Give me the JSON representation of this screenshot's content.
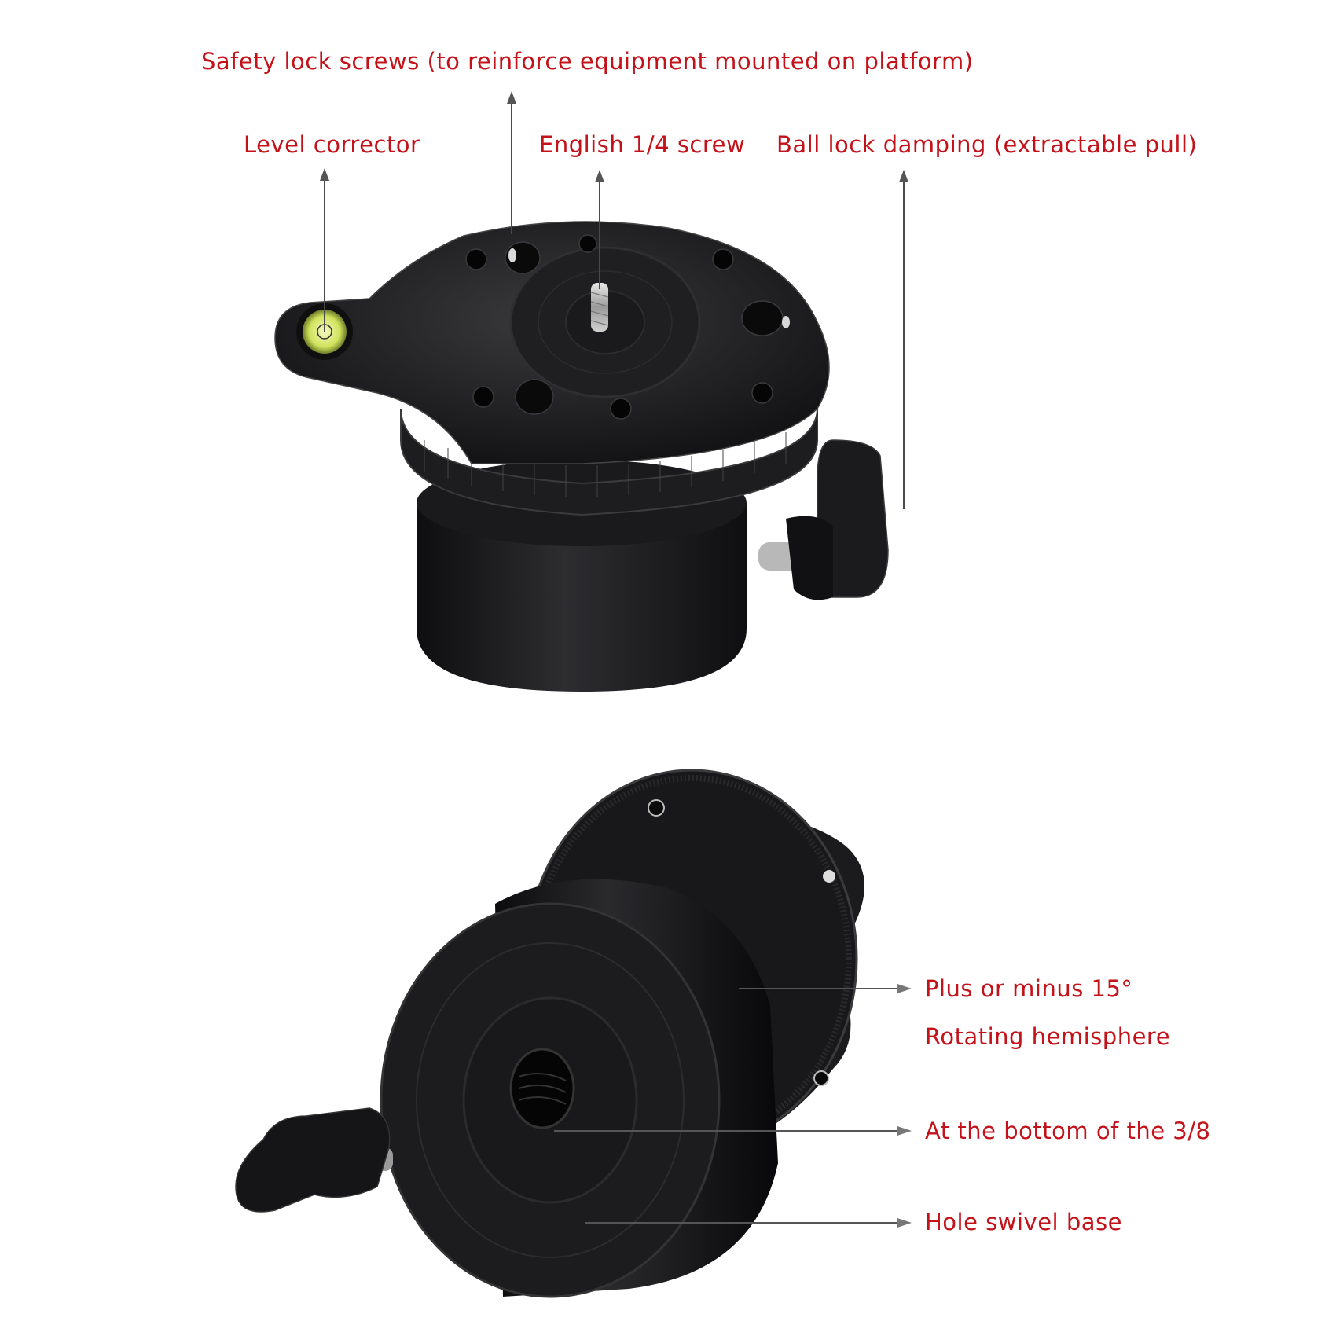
{
  "top_view": {
    "labels": {
      "safety_lock_screws": "Safety lock screws (to reinforce equipment mounted on platform)",
      "level_corrector": "Level corrector",
      "english_screw": "English 1/4 screw",
      "ball_lock_damping": "Ball lock damping (extractable pull)"
    }
  },
  "bottom_view": {
    "labels": {
      "plus_minus": "Plus or minus 15°",
      "rotating_hemisphere": "Rotating hemisphere",
      "bottom_thread": "At the bottom of the 3/8",
      "swivel_base": "Hole swivel base"
    }
  },
  "colors": {
    "label_red": "#c4121a",
    "leader_line": "#4a4a4a",
    "product_black": "#1c1c1e",
    "bubble_green": "#d8e86a"
  }
}
